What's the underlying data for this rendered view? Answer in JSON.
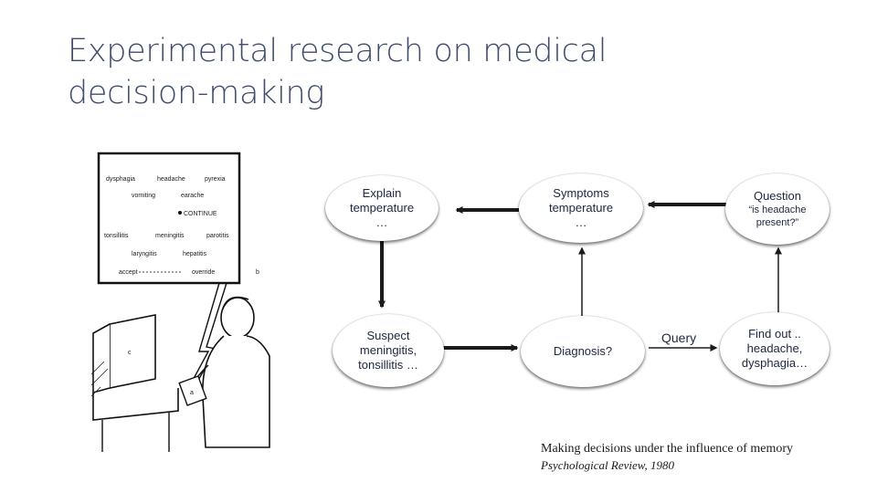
{
  "title": {
    "line1": "Experimental research on medical",
    "line2": "decision-making"
  },
  "screen": {
    "row1": [
      "dysphagia",
      "headache",
      "pyrexia"
    ],
    "row2": [
      "vomiting",
      "earache"
    ],
    "continue": "CONTINUE",
    "row3": [
      "tonsillitis",
      "meningitis",
      "parotitis"
    ],
    "row4": [
      "laryngitis",
      "hepatitis"
    ],
    "accept": "accept",
    "override": "override",
    "label_b": "b",
    "label_c": "c",
    "label_a": "a"
  },
  "nodes": {
    "explain": [
      "Explain",
      "temperature",
      "…"
    ],
    "symptoms": [
      "Symptoms",
      "temperature",
      "…"
    ],
    "question": [
      "Question",
      "“is headache",
      "present?”"
    ],
    "suspect": [
      "Suspect",
      "meningitis,",
      "tonsillitis …"
    ],
    "diagnosis": [
      "Diagnosis?"
    ],
    "findout": [
      "Find out ..",
      "headache,",
      "dysphagia…"
    ]
  },
  "query_label": "Query",
  "citation": {
    "line1": "Making decisions under the influence of memory",
    "line2": "Psychological Review, 1980"
  }
}
